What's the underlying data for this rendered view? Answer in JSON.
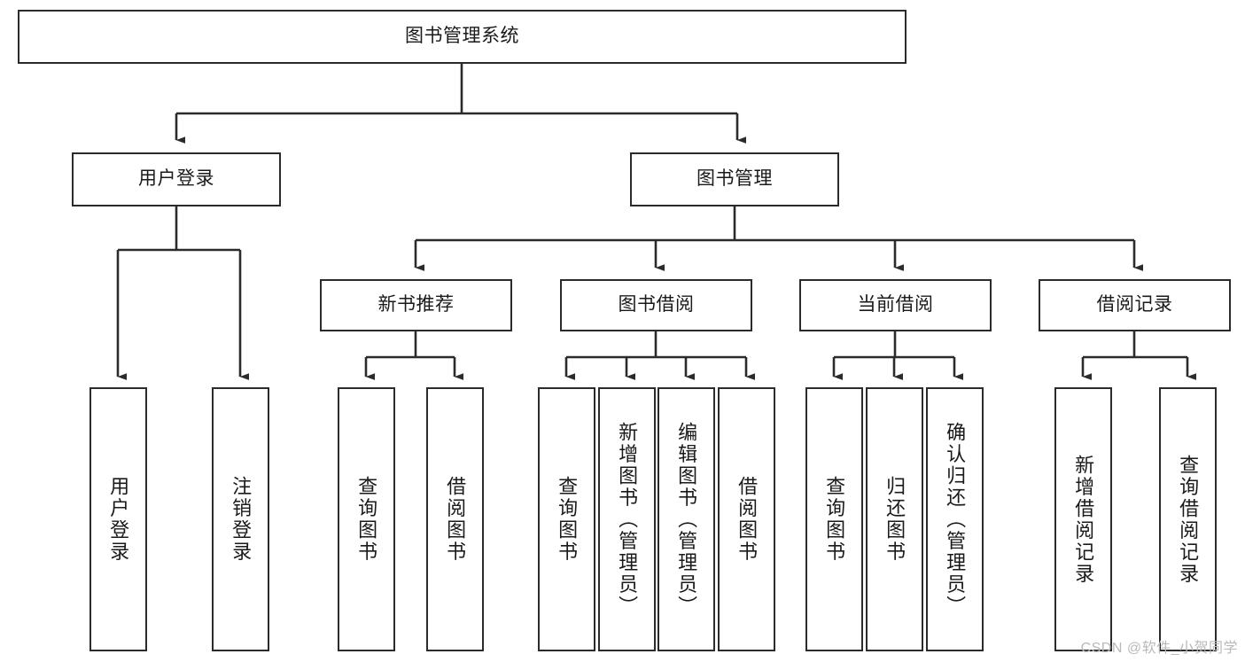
{
  "diagram": {
    "title": "图书管理系统",
    "type": "tree-hierarchy-chart",
    "colors": {
      "box_border": "#2b2b2b",
      "box_fill": "#ffffff",
      "connector": "#2b2b2b",
      "text": "#1a1a1a",
      "background": "#ffffff",
      "watermark": "#b9b9b9"
    },
    "root": {
      "id": "root",
      "label": "图书管理系统"
    },
    "level2": [
      {
        "id": "user-login",
        "label": "用户登录"
      },
      {
        "id": "book-management",
        "label": "图书管理"
      }
    ],
    "level3": [
      {
        "id": "new-book-recommend",
        "label": "新书推荐"
      },
      {
        "id": "book-borrow",
        "label": "图书借阅"
      },
      {
        "id": "current-borrow",
        "label": "当前借阅"
      },
      {
        "id": "borrow-record",
        "label": "借阅记录"
      }
    ],
    "leaves": {
      "user-login": [
        {
          "id": "leaf-user-login",
          "label": "用户登录"
        },
        {
          "id": "leaf-logout-login",
          "label": "注销登录"
        }
      ],
      "new-book-recommend": [
        {
          "id": "leaf-query-book-1",
          "label": "查询图书"
        },
        {
          "id": "leaf-borrow-book-1",
          "label": "借阅图书"
        }
      ],
      "book-borrow": [
        {
          "id": "leaf-query-book-2",
          "label": "查询图书"
        },
        {
          "id": "leaf-add-book-admin",
          "label": "新增图书（管理员）"
        },
        {
          "id": "leaf-edit-book-admin",
          "label": "编辑图书（管理员）"
        },
        {
          "id": "leaf-borrow-book-2",
          "label": "借阅图书"
        }
      ],
      "current-borrow": [
        {
          "id": "leaf-query-book-3",
          "label": "查询图书"
        },
        {
          "id": "leaf-return-book",
          "label": "归还图书"
        },
        {
          "id": "leaf-confirm-return-admin",
          "label": "确认归还（管理员）"
        }
      ],
      "borrow-record": [
        {
          "id": "leaf-add-borrow-record",
          "label": "新增借阅记录"
        },
        {
          "id": "leaf-query-borrow-record",
          "label": "查询借阅记录"
        }
      ]
    }
  },
  "watermark": {
    "text": "CSDN @软件_小贺同学"
  }
}
